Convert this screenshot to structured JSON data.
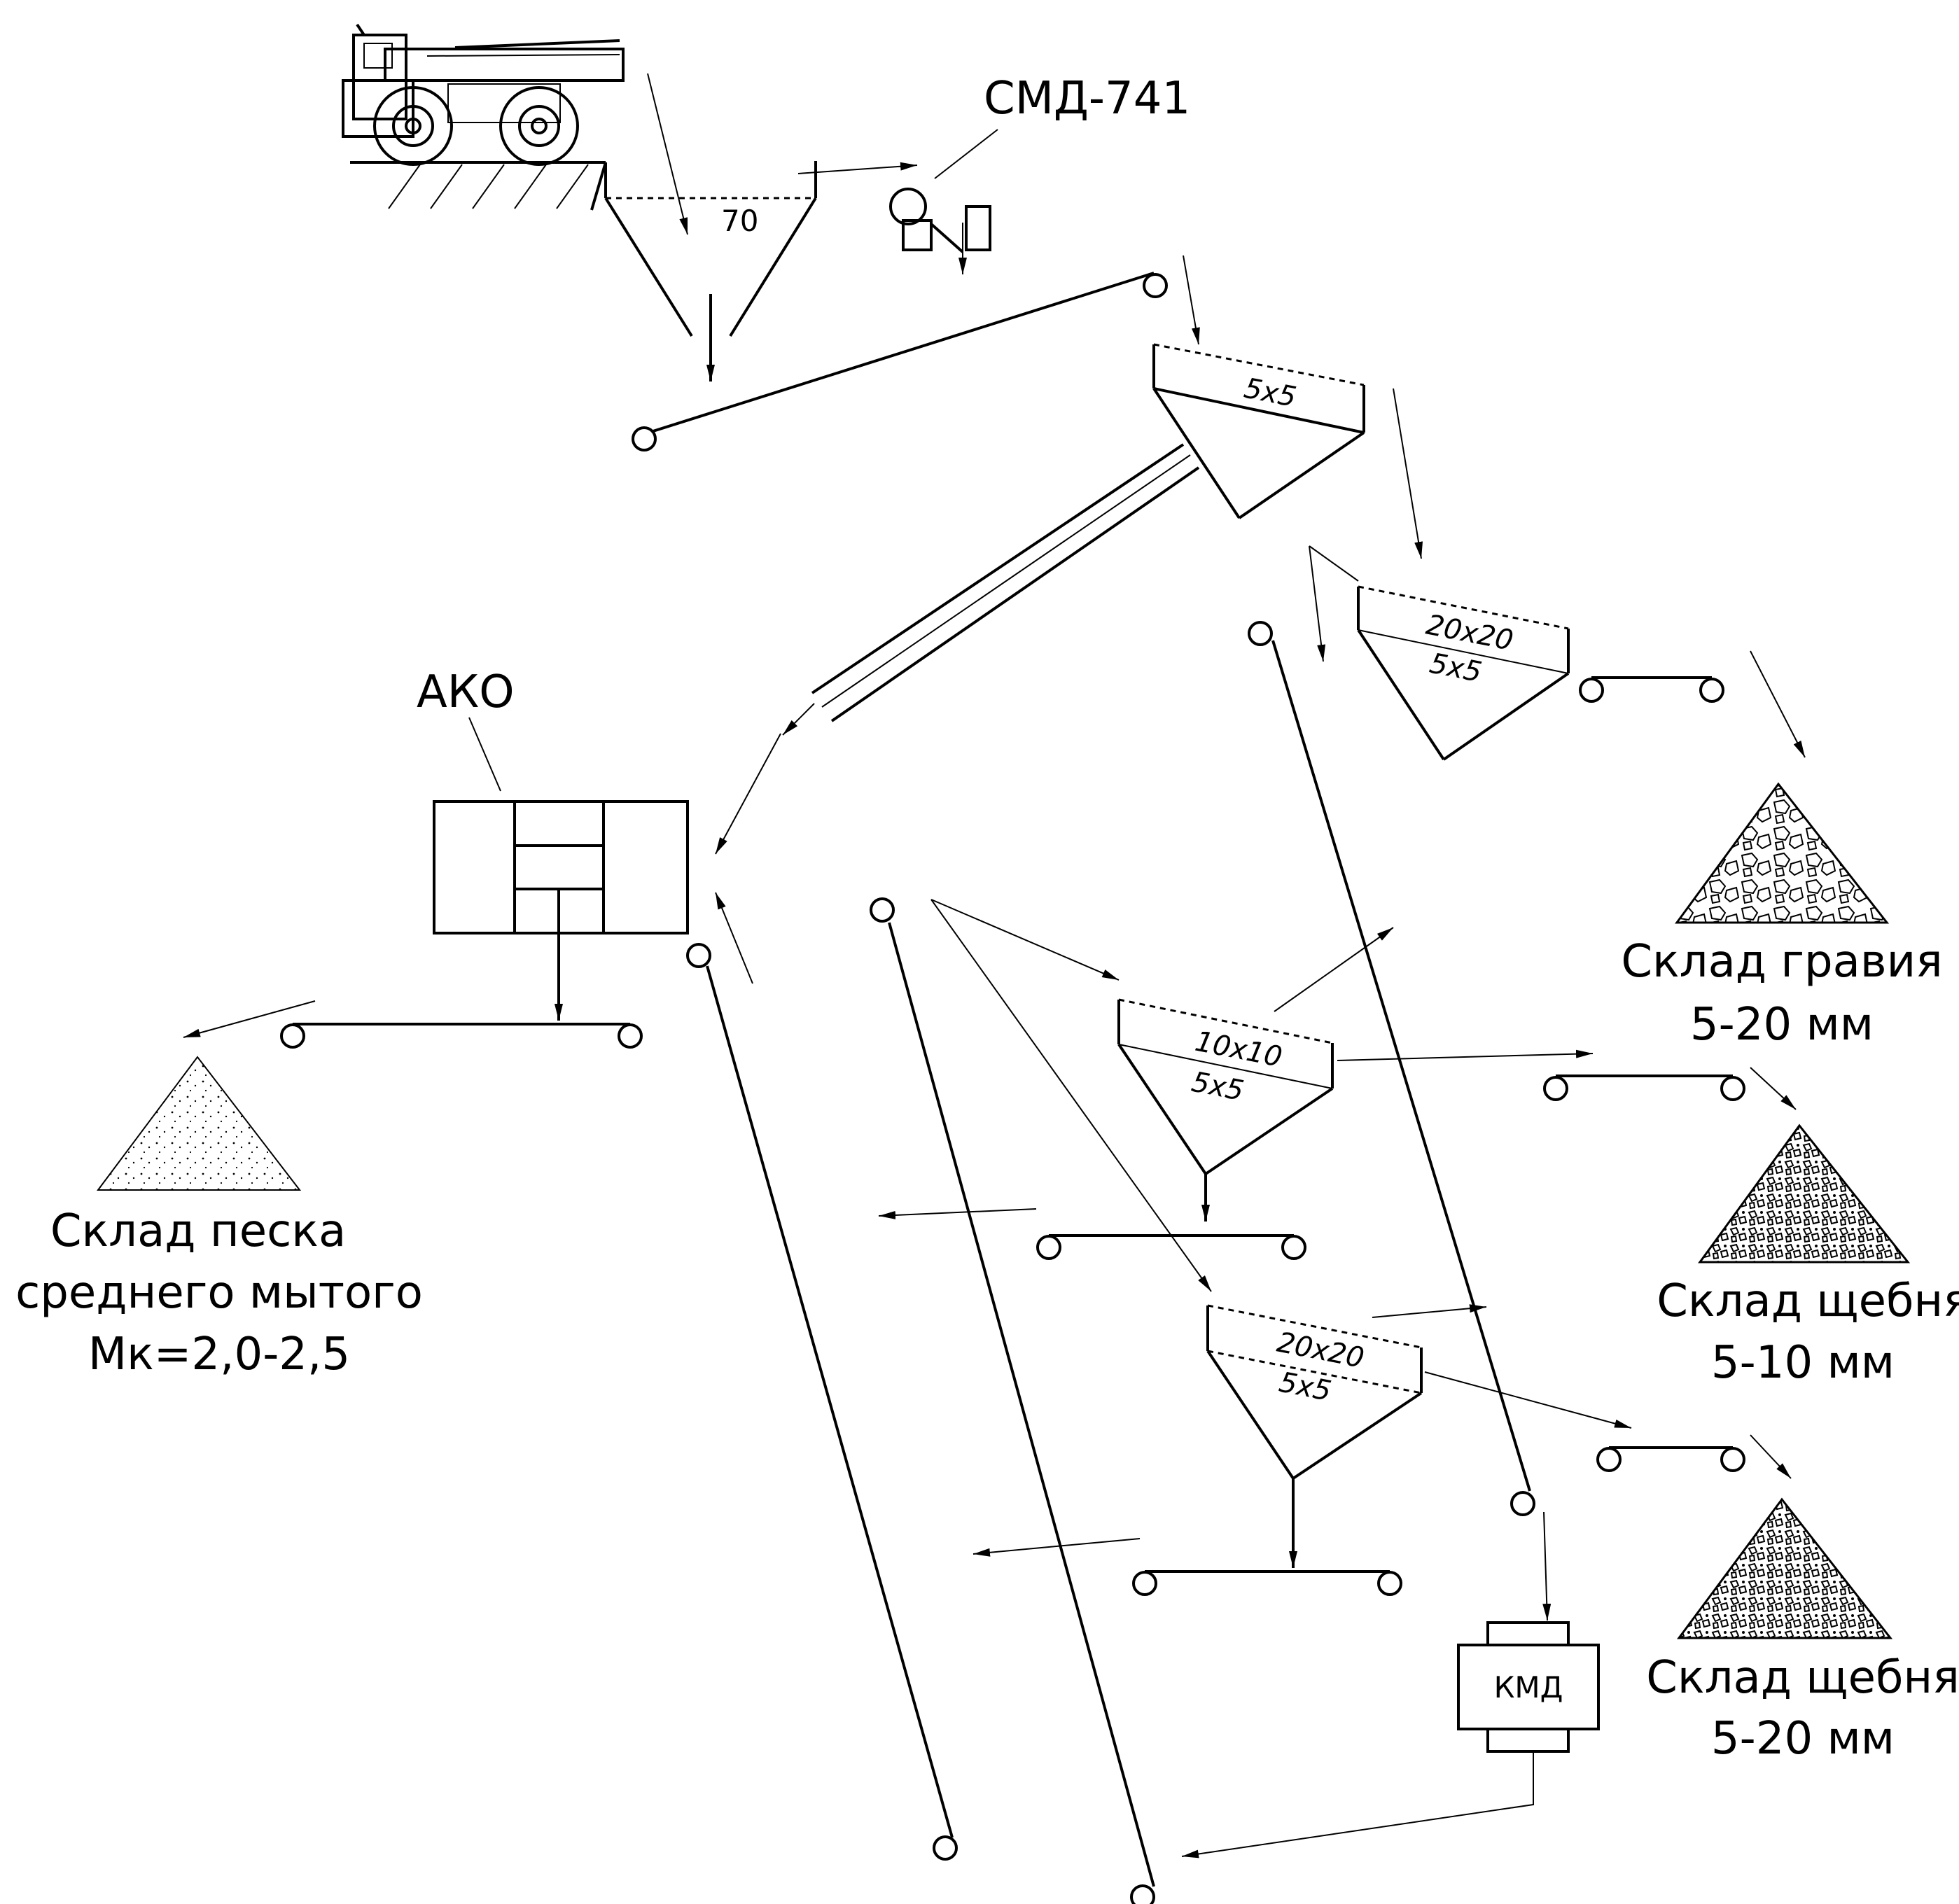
{
  "hopper": {
    "size_label": "70"
  },
  "feeder": {
    "label": "СМД-741"
  },
  "washer": {
    "label": "АКО"
  },
  "crusher": {
    "label": "КМД"
  },
  "screens": [
    {
      "top_mesh": "5x5",
      "bottom_mesh": ""
    },
    {
      "top_mesh": "20x20",
      "bottom_mesh": "5x5"
    },
    {
      "top_mesh": "10x10",
      "bottom_mesh": "5x5"
    },
    {
      "top_mesh": "20x20",
      "bottom_mesh": "5x5"
    }
  ],
  "stockpiles": {
    "sand": {
      "line1": "Склад песка",
      "line2": "среднего мытого",
      "line3": "Мк=2,0-2,5"
    },
    "gravel": {
      "line1": "Склад гравия",
      "line2": "5-20 мм"
    },
    "crushed1": {
      "line1": "Склад щебня",
      "line2": "5-10 мм"
    },
    "crushed2": {
      "line1": "Склад щебня",
      "line2": "5-20 мм"
    }
  }
}
